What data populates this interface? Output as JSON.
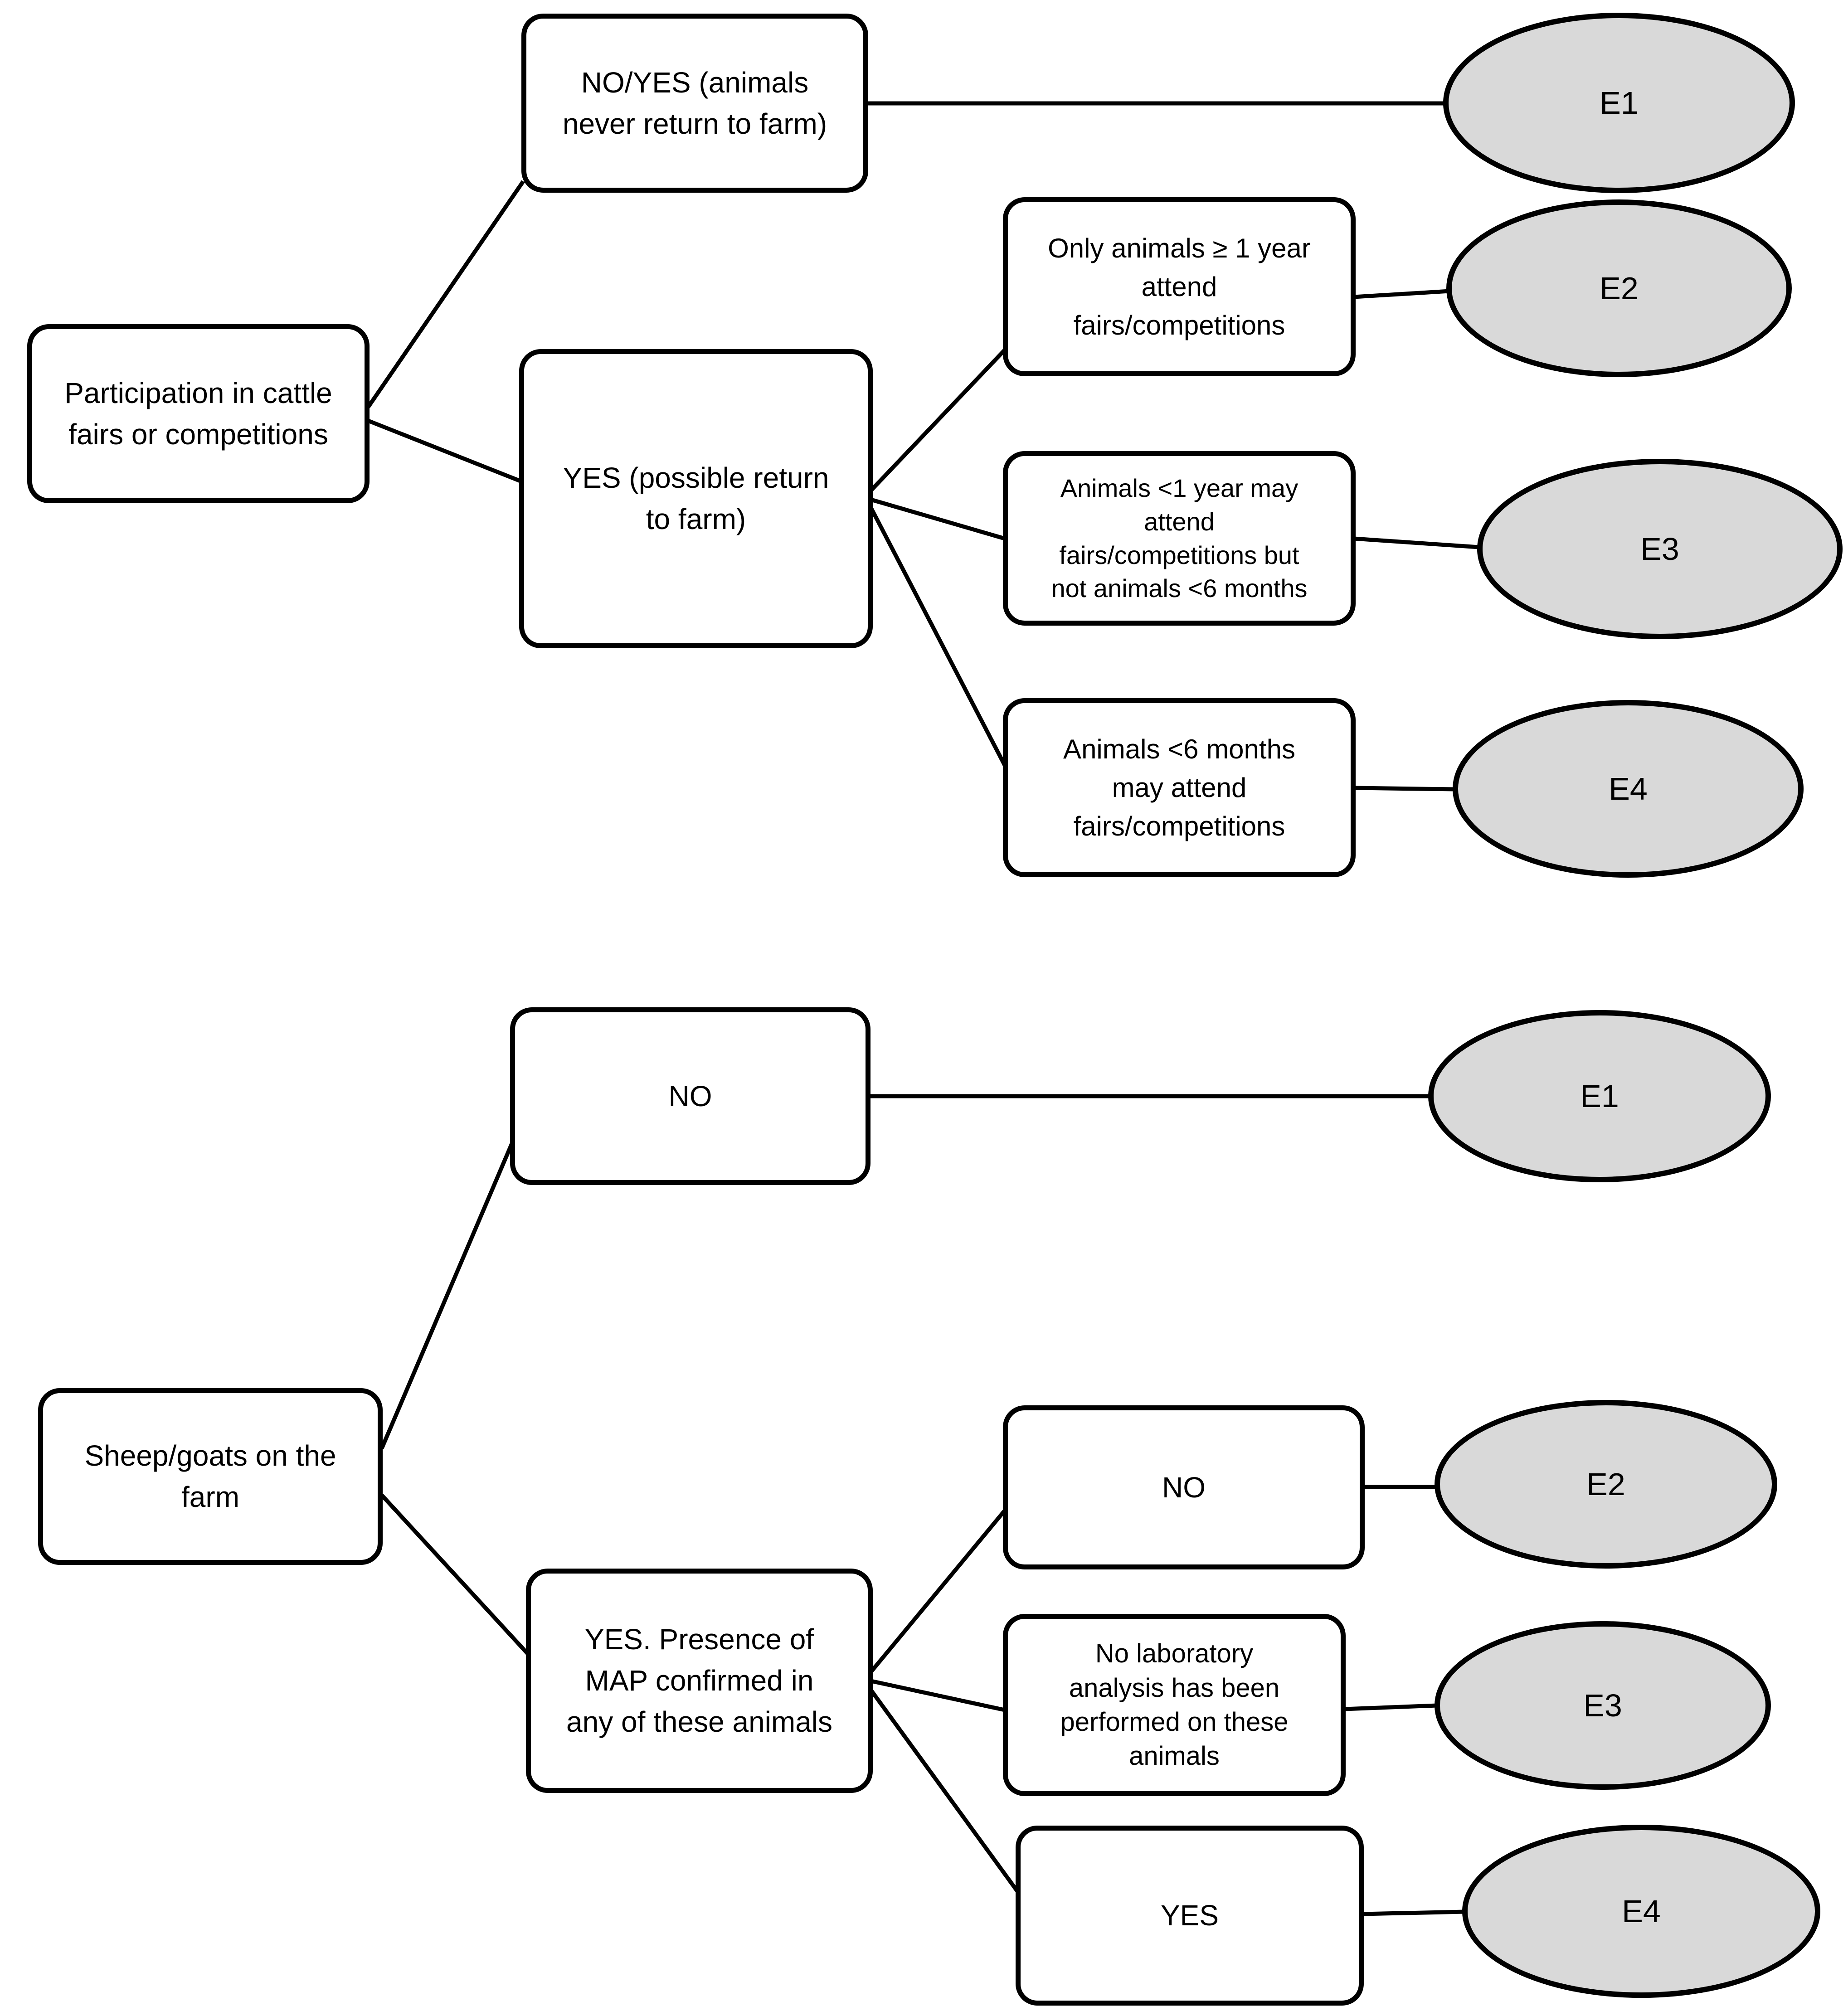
{
  "figure": {
    "kind": "decision-tree-diagram",
    "colors": {
      "node_fill": "#ffffff",
      "node_border": "#000000",
      "outcome_fill": "#d9d9d9",
      "outcome_border": "#000000",
      "connector": "#000000",
      "text": "#000000"
    }
  },
  "trees": [
    {
      "name": "cattle-fairs-tree",
      "root": {
        "label": "Participation in cattle\nfairs or competitions"
      },
      "level1": [
        {
          "label": "NO/YES (animals\nnever return to farm)",
          "outcome": "E1"
        },
        {
          "label": "YES (possible return\nto farm)"
        }
      ],
      "level2": [
        {
          "label": "Only animals ≥ 1 year\nattend\nfairs/competitions",
          "outcome": "E2"
        },
        {
          "label": "Animals <1 year may\nattend\nfairs/competitions but\nnot animals <6 months",
          "outcome": "E3"
        },
        {
          "label": "Animals <6 months\nmay attend\nfairs/competitions",
          "outcome": "E4"
        }
      ]
    },
    {
      "name": "sheep-goats-tree",
      "root": {
        "label": "Sheep/goats on the\nfarm"
      },
      "level1": [
        {
          "label": "NO",
          "outcome": "E1"
        },
        {
          "label": "YES. Presence of\nMAP confirmed in\nany of these animals"
        }
      ],
      "level2": [
        {
          "label": "NO",
          "outcome": "E2"
        },
        {
          "label": "No laboratory\nanalysis has been\nperformed on these\nanimals",
          "outcome": "E3"
        },
        {
          "label": "YES",
          "outcome": "E4"
        }
      ]
    }
  ]
}
